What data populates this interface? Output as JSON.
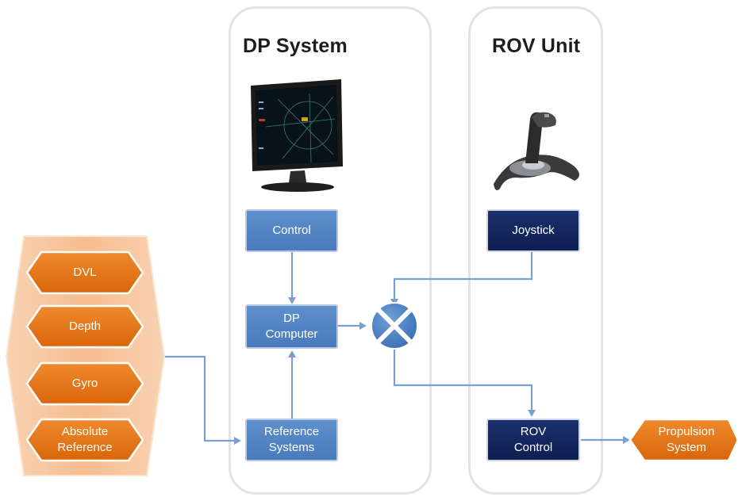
{
  "panels": {
    "dp": {
      "title": "DP System"
    },
    "rov": {
      "title": "ROV Unit"
    }
  },
  "dp_blocks": {
    "control": "Control",
    "dp_computer": "DP\nComputer",
    "reference_systems": "Reference\nSystems"
  },
  "rov_blocks": {
    "joystick": "Joystick",
    "rov_control": "ROV\nControl"
  },
  "sensors": {
    "items": [
      "DVL",
      "Depth",
      "Gyro",
      "Absolute\nReference"
    ]
  },
  "output": {
    "propulsion": "Propulsion\nSystem"
  },
  "colors": {
    "orange": "#e46c0a",
    "sensor_group_bg": "#f9c8a3",
    "blue_block": "#4f81bd",
    "navy_block": "#12245c",
    "connector": "#7ba0cf"
  }
}
